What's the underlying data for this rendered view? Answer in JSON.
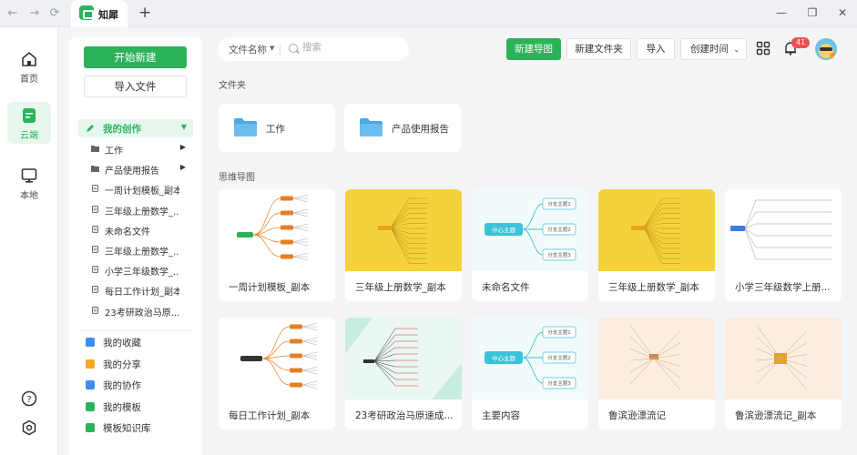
{
  "titlebar": {
    "tab_title": "知犀",
    "new_tab": "+",
    "back": "←",
    "forward": "→",
    "refresh": "⟳",
    "minimize": "—",
    "restore": "❐",
    "close": "✕"
  },
  "rail": {
    "items": [
      {
        "label": "首页",
        "icon": "home-icon"
      },
      {
        "label": "云端",
        "icon": "cloud-doc-icon",
        "active": true
      },
      {
        "label": "本地",
        "icon": "monitor-icon"
      }
    ],
    "bottom": [
      {
        "icon": "help-icon"
      },
      {
        "icon": "settings-icon"
      }
    ]
  },
  "sidebar": {
    "new_button": "开始新建",
    "import_button": "导入文件",
    "my_creations": "我的创作",
    "tree": [
      {
        "label": "工作",
        "type": "folder",
        "has_children": true
      },
      {
        "label": "产品使用报告",
        "type": "folder",
        "has_children": true
      },
      {
        "label": "一周计划模板_副本",
        "type": "file"
      },
      {
        "label": "三年级上册数学_...",
        "type": "file"
      },
      {
        "label": "未命名文件",
        "type": "file"
      },
      {
        "label": "三年级上册数学_...",
        "type": "file"
      },
      {
        "label": "小学三年级数学_...",
        "type": "file"
      },
      {
        "label": "每日工作计划_副本",
        "type": "file"
      },
      {
        "label": "23考研政治马原...",
        "type": "file"
      }
    ],
    "sections": [
      {
        "label": "我的收藏",
        "color": "#3d8ee8"
      },
      {
        "label": "我的分享",
        "color": "#f5a623"
      },
      {
        "label": "我的协作",
        "color": "#3d8ee8"
      },
      {
        "label": "我的模板",
        "color": "#2bb35a"
      },
      {
        "label": "模板知识库",
        "color": "#2bb35a"
      }
    ]
  },
  "toolbar": {
    "search_filter": "文件名称",
    "search_placeholder": "搜索",
    "new_map": "新建导图",
    "new_folder": "新建文件夹",
    "import": "导入",
    "sort": "创建时间",
    "notification_count": "41"
  },
  "content": {
    "folders_title": "文件夹",
    "folders": [
      {
        "label": "工作"
      },
      {
        "label": "产品使用报告"
      }
    ],
    "maps_title": "思维导图",
    "maps": [
      {
        "label": "一周计划模板_副本",
        "thumb": "white-tree"
      },
      {
        "label": "三年级上册数学_副本",
        "thumb": "yellow"
      },
      {
        "label": "未命名文件",
        "thumb": "center-topic",
        "center": "中心主题",
        "branches": [
          "分支主题1",
          "分支主题2",
          "分支主题3"
        ]
      },
      {
        "label": "三年级上册数学_副本",
        "thumb": "yellow"
      },
      {
        "label": "小学三年级数学上册...",
        "thumb": "white-list"
      },
      {
        "label": "每日工作计划_副本",
        "thumb": "white-tree2"
      },
      {
        "label": "23考研政治马原速成...",
        "thumb": "mint"
      },
      {
        "label": "主要内容",
        "thumb": "center-topic",
        "center": "中心主题",
        "branches": [
          "分支主题1",
          "分支主题2",
          "分支主题3"
        ]
      },
      {
        "label": "鲁滨逊漂流记",
        "thumb": "beige"
      },
      {
        "label": "鲁滨逊漂流记_副本",
        "thumb": "beige"
      }
    ]
  },
  "colors": {
    "accent": "#2bb35a",
    "badge": "#f05050",
    "folder": "#4aa8e8",
    "yellow_thumb": "#f4d23e",
    "beige_thumb": "#fbeee0"
  }
}
